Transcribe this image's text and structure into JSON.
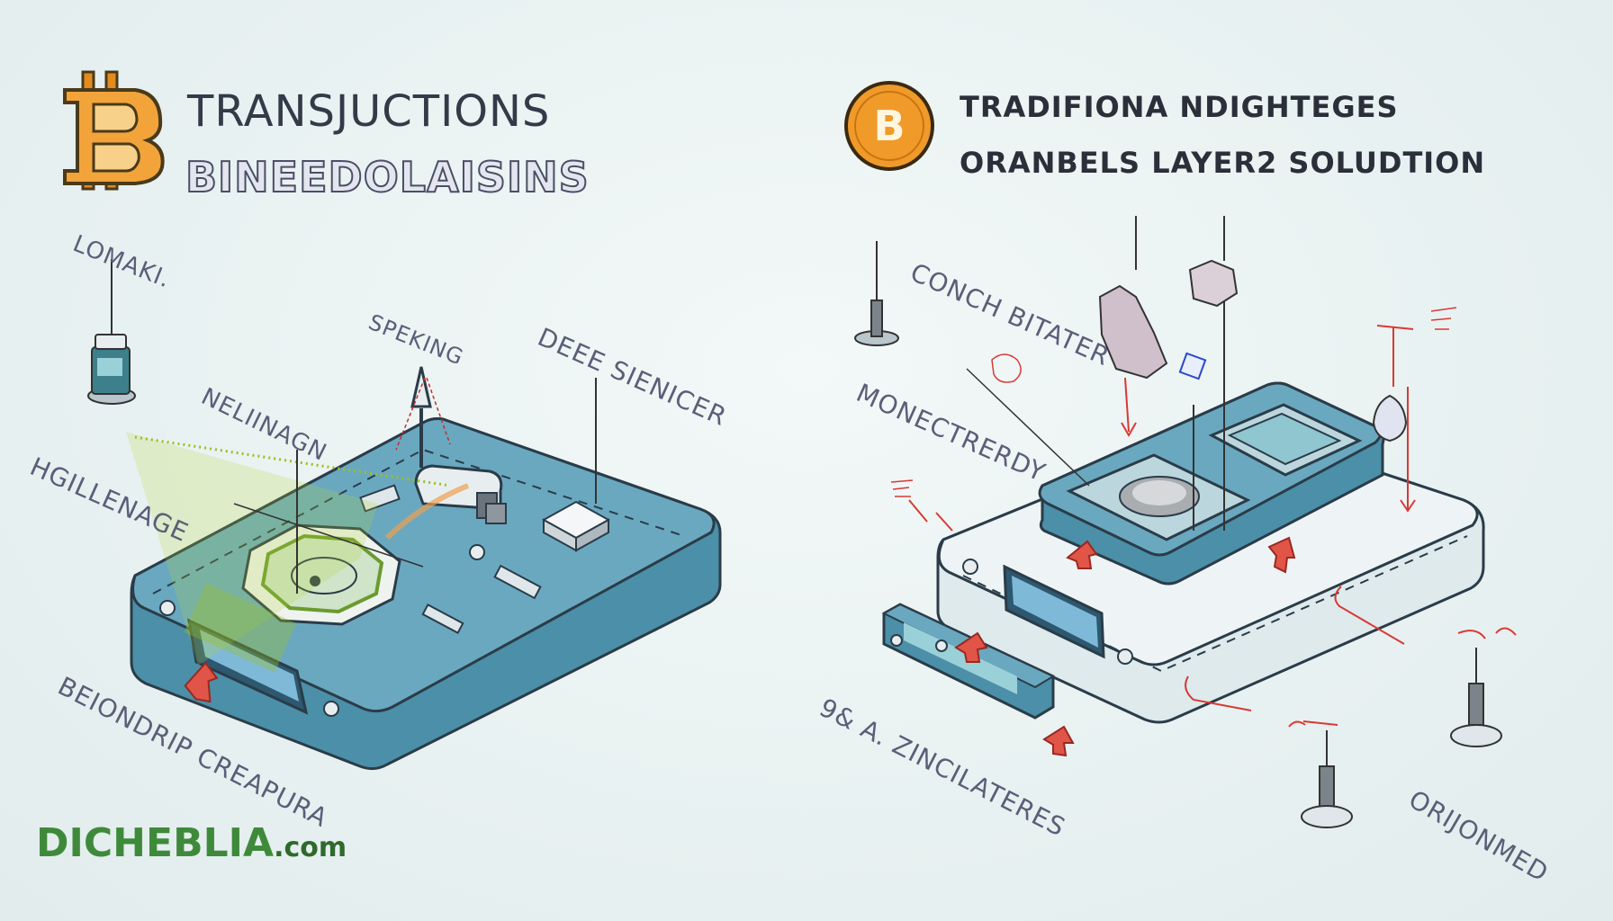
{
  "left": {
    "title_line1": "TRANSJUCTIONS",
    "title_line2": "BINEEDOLAISINS",
    "labels": {
      "lomaki": "LOMAKI.",
      "speking": "SPEKING",
      "deee_sienicer": "DEEE SIENICER",
      "neliinagn": "NELIINAGN",
      "hgillenage": "HGILLENAGE",
      "beiondrip": "BEIONDRIP CREAPURA"
    }
  },
  "right": {
    "title_line1": "TRADIFIONA NDIGHTEGES",
    "title_line2": "ORANBELS LAYER2  SOLUDTION",
    "labels": {
      "conch_bitater": "CONCH BITATER",
      "monectrerdy": "MONECTRERDY",
      "zincilateres": "9& A. ZINCILATERES",
      "orijonmed": "ORIJONMED"
    }
  },
  "watermark": {
    "text": "DICHEBLIA",
    "domain": ".com"
  },
  "colors": {
    "bitcoin_orange": "#f09a2a",
    "device_blue": "#6aa8c0",
    "device_light": "#dfeaed",
    "arrow_red": "#d83a34",
    "label_gray": "#5a5f78",
    "watermark_green": "#3e8a3a"
  },
  "icons": [
    "bitcoin-symbol-icon",
    "bitcoin-coin-icon"
  ]
}
